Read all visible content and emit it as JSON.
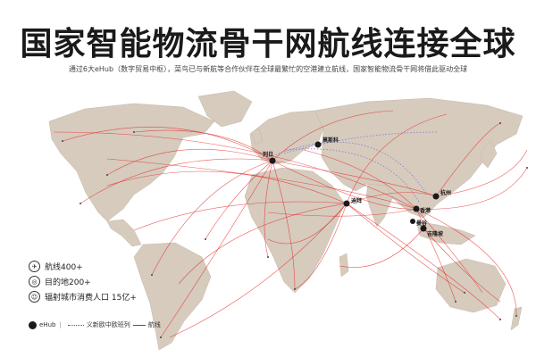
{
  "title": "国家智能物流骨干网航线连接全球",
  "subtitle": "通过6大eHub（数字贸易中枢），菜鸟已与新航等合作伙伴在全球最繁忙的空港建立航线，国家智能物流骨干网将借此驱动全球",
  "stats": [
    {
      "icon": "plane-icon",
      "label": "航线400+"
    },
    {
      "icon": "target-icon",
      "label": "目的地200+"
    },
    {
      "icon": "people-icon",
      "label": "辐射城市消费人口 15亿+"
    }
  ],
  "legend": {
    "ehub": "eHub",
    "railway": "义新欧中欧班列",
    "route": "航线"
  },
  "hubs": [
    {
      "label": "列日"
    },
    {
      "label": "莫斯科"
    },
    {
      "label": "迪拜"
    },
    {
      "label": "杭州"
    },
    {
      "label": "香港"
    },
    {
      "label": "吉隆坡"
    },
    {
      "label": "曼谷"
    }
  ],
  "colors": {
    "land": "#d6cbbd",
    "route": "#e52222",
    "railway": "#8888cc",
    "hub": "#1a1a1a"
  }
}
